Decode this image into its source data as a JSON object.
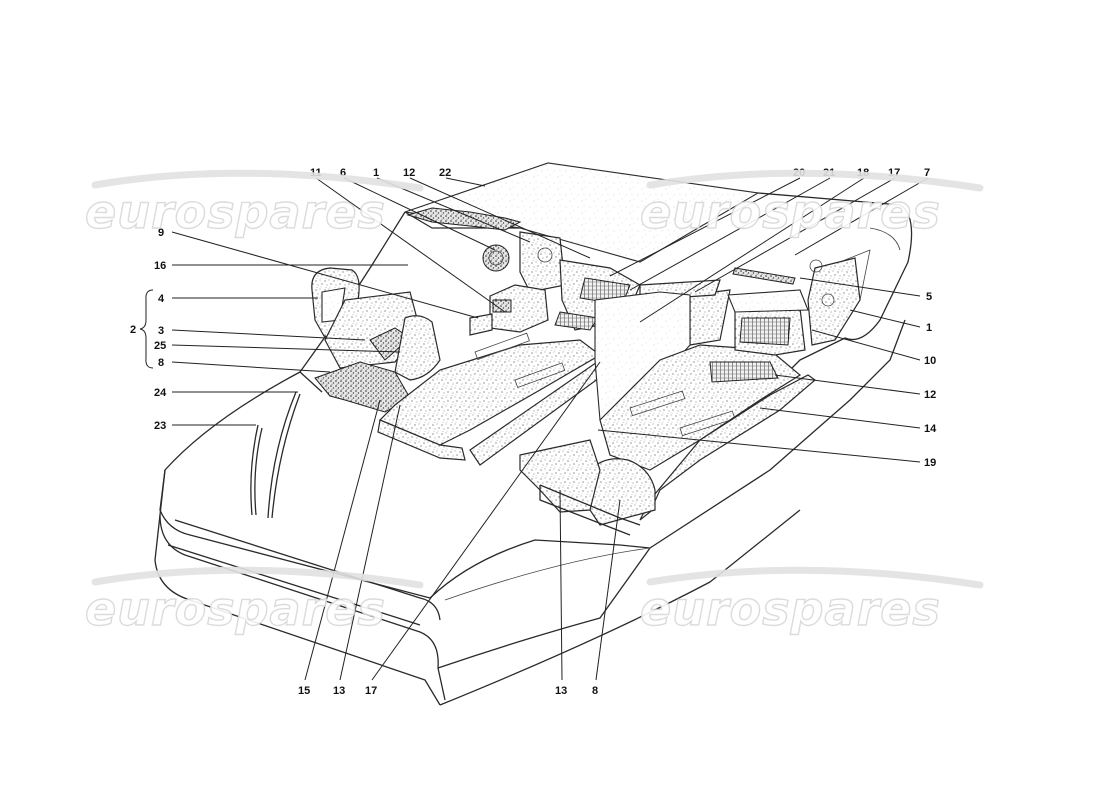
{
  "watermarks": [
    "eurospares",
    "eurospares",
    "eurospares",
    "eurospares"
  ],
  "callouts": {
    "c11": "11",
    "c6": "6",
    "c1_top": "1",
    "c12_top": "12",
    "c22": "22",
    "c20": "20",
    "c21": "21",
    "c18": "18",
    "c17_top": "17",
    "c7": "7",
    "c9": "9",
    "c16": "16",
    "c4": "4",
    "c2": "2",
    "c3": "3",
    "c25": "25",
    "c8_left": "8",
    "c24": "24",
    "c23": "23",
    "c5": "5",
    "c1_right": "1",
    "c10": "10",
    "c12_right": "12",
    "c14": "14",
    "c19": "19",
    "c15": "15",
    "c13_bottom_left": "13",
    "c17_bottom": "17",
    "c13_bottom_right": "13",
    "c8_bottom": "8"
  }
}
